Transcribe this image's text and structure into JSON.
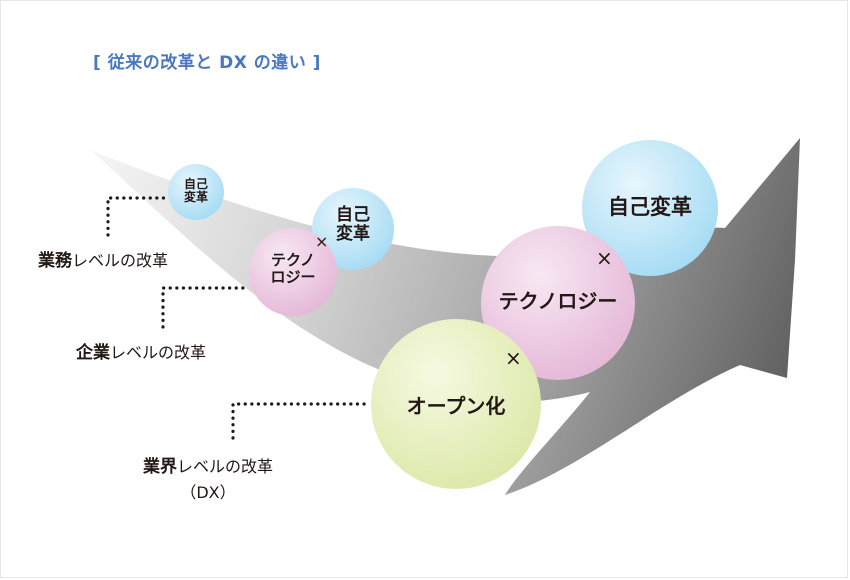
{
  "title": "[ 従来の改革と DX の違い ]",
  "levels": [
    {
      "emph": "業務",
      "rest": "レベルの改革",
      "sub": ""
    },
    {
      "emph": "企業",
      "rest": "レベルの改革",
      "sub": ""
    },
    {
      "emph": "業界",
      "rest": "レベルの改革",
      "sub": "（DX）"
    }
  ],
  "circles": {
    "small_self": {
      "line1": "自己",
      "line2": "変革"
    },
    "mid_self": {
      "line1": "自己",
      "line2": "変革"
    },
    "mid_tech": {
      "line1": "テクノ",
      "line2": "ロジー"
    },
    "large_self": {
      "label": "自己変革"
    },
    "large_tech": {
      "label": "テクノロジー"
    },
    "large_open": {
      "label": "オープン化"
    }
  },
  "multiply_sign": "×",
  "colors": {
    "heading": "#4a78c0",
    "self_circle": "#a7dcf4",
    "tech_circle": "#e8bfdc",
    "open_circle": "#e1ecb2",
    "arrow_dark": "#6e6e6e",
    "arrow_light": "#f2f2f2",
    "text": "#231815"
  }
}
